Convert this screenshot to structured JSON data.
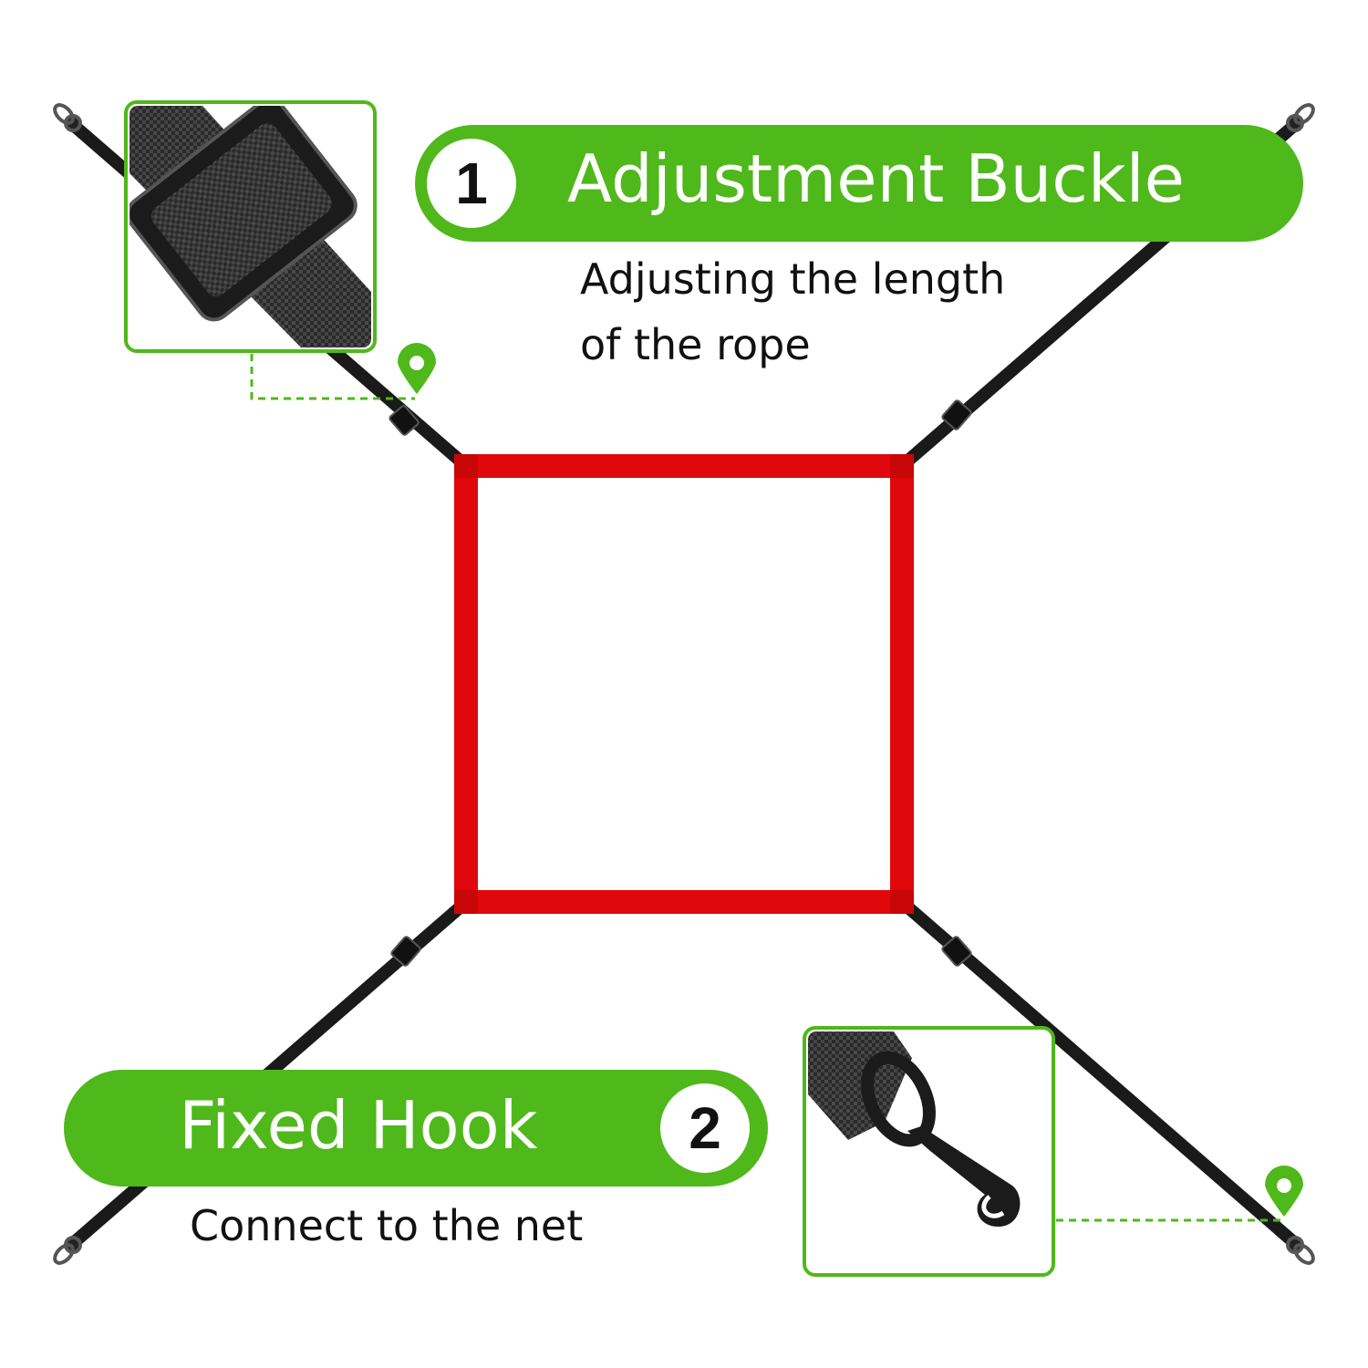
{
  "callouts": [
    {
      "number": "1",
      "title": "Adjustment Buckle",
      "description_lines": [
        "Adjusting the length",
        "of the rope"
      ]
    },
    {
      "number": "2",
      "title": "Fixed Hook",
      "description_lines": [
        "Connect to the net"
      ]
    }
  ],
  "colors": {
    "accent": "#4fb81a",
    "frame": "#e0080c",
    "strap": "#1a1a1a"
  },
  "icons": [
    "location-pin-icon",
    "location-pin-icon"
  ]
}
